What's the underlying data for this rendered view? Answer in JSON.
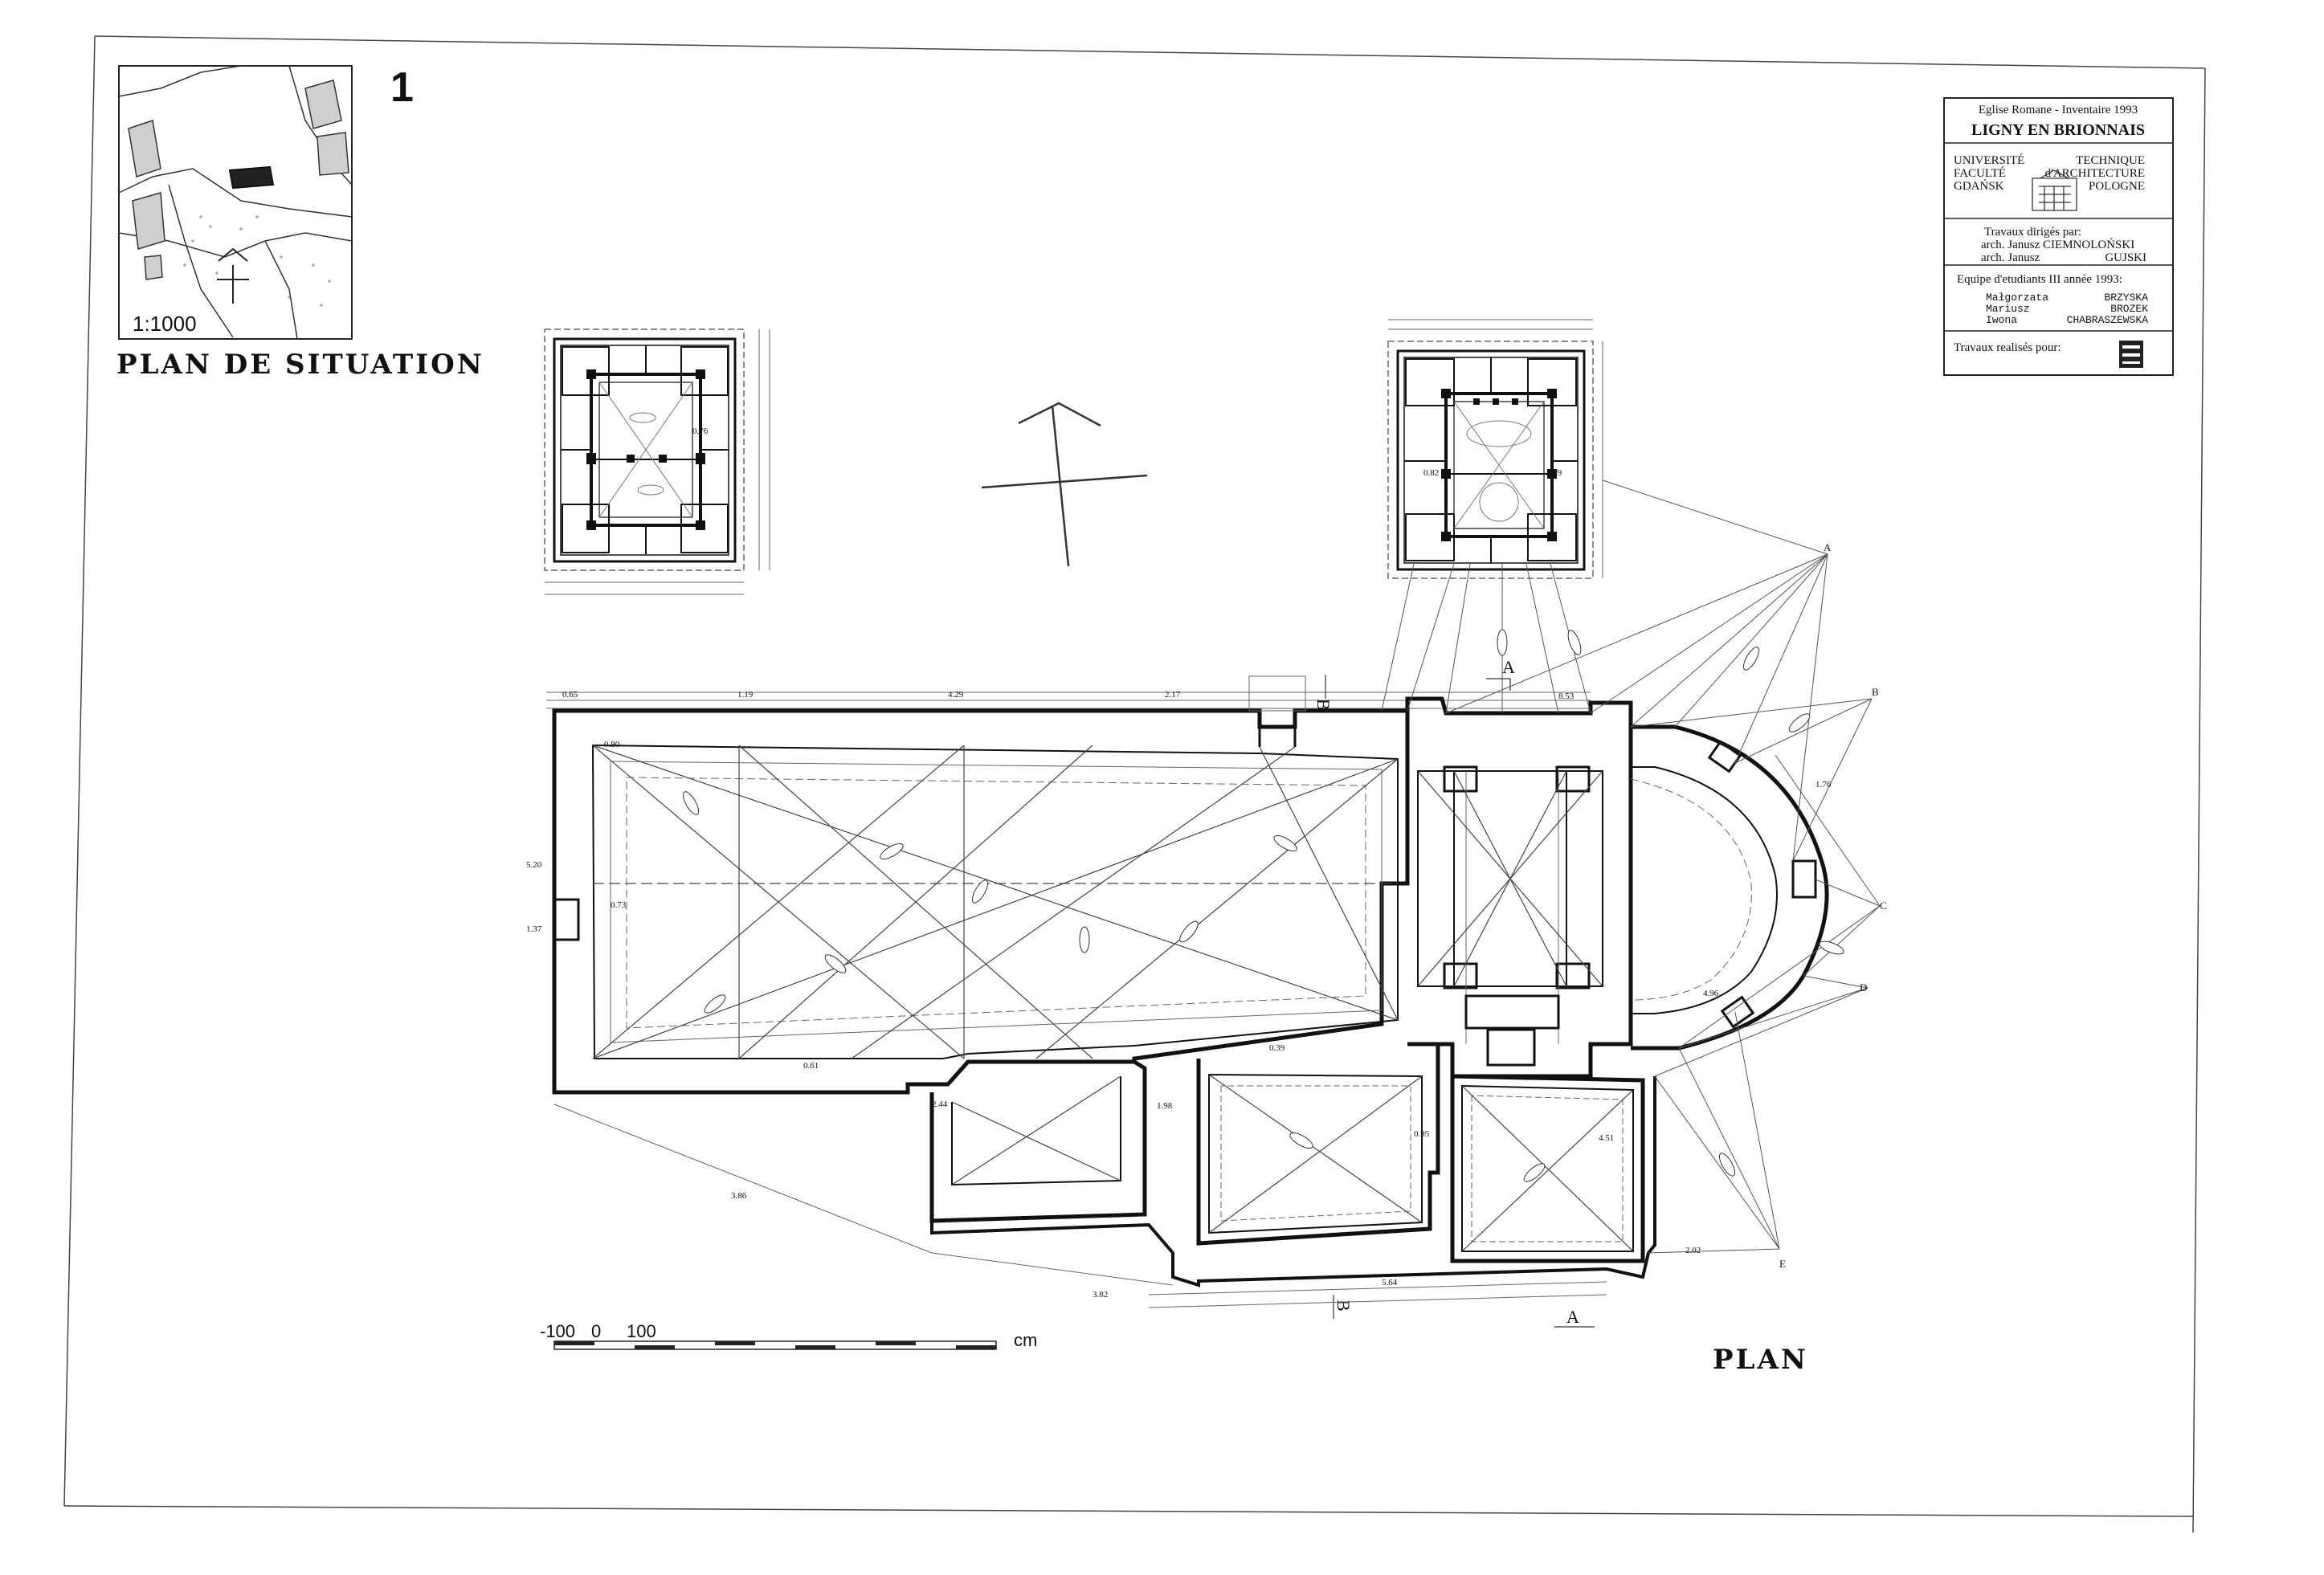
{
  "sheet": {
    "sheet_number": "1"
  },
  "situation": {
    "scale": "1:1000",
    "caption": "PLAN DE SITUATION"
  },
  "cartouche": {
    "line1": "Eglise Romane  -  Inventaire 1993",
    "title": "LIGNY EN BRIONNAIS",
    "uni_left": [
      "UNIVERSITÉ",
      "FACULTÉ",
      "GDAŃSK"
    ],
    "uni_right": [
      "TECHNIQUE",
      "d'ARCHITECTURE",
      "POLOGNE"
    ],
    "directed_label": "Travaux dirigés par:",
    "director_1": "arch. Janusz CIEMNOLOŃSKI",
    "director_2_first": "arch. Janusz",
    "director_2_last": "GUJSKI",
    "team_label": "Equipe d'etudiants  III année 1993:",
    "students": [
      {
        "first": "Małgorzata",
        "last": "BRZYSKA"
      },
      {
        "first": "Mariusz",
        "last": "BROZEK"
      },
      {
        "first": "Iwona",
        "last": "CHABRASZEWSKA"
      }
    ],
    "realised_label": "Travaux realisés pour:"
  },
  "scale_bar": {
    "labels": [
      "-100",
      "0",
      "100"
    ],
    "unit": "cm"
  },
  "plan": {
    "caption": "PLAN",
    "section_marks": [
      "A",
      "A",
      "B",
      "B"
    ],
    "station_labels": [
      "A",
      "B",
      "C",
      "D",
      "E"
    ],
    "dimension_samples": [
      "0.65",
      "1.19",
      "4.29",
      "2.17",
      "0.80",
      "0.76",
      "0.82",
      "3.79",
      "5.20",
      "1.37",
      "0.73",
      "2.44",
      "1.98",
      "0.95",
      "4.51",
      "3.86",
      "3.82",
      "5.64",
      "1.76",
      "8.53",
      "4.96",
      "0.61",
      "0.39",
      "2.02"
    ]
  }
}
